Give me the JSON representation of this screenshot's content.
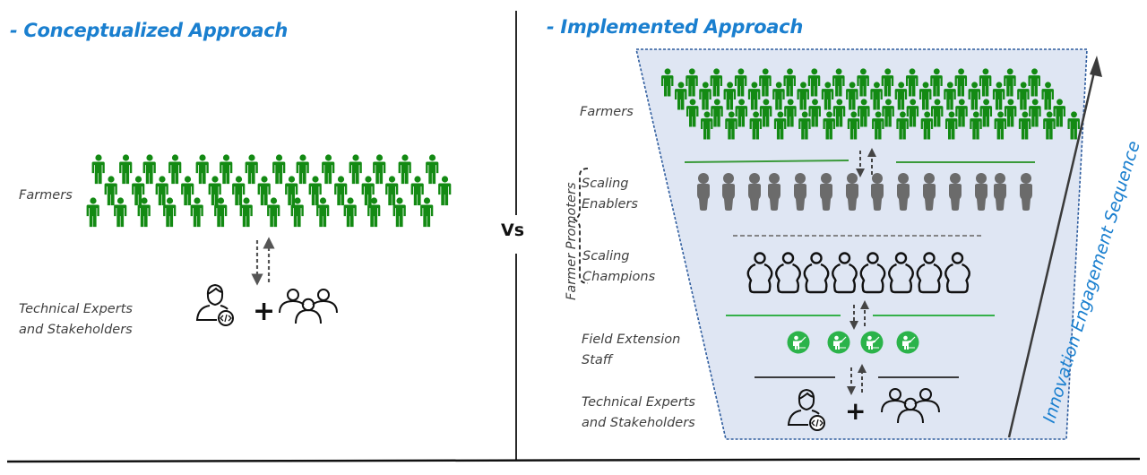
{
  "left_panel": {
    "title": "- Conceptualized Approach",
    "farmers_label": "Farmers",
    "farmers_crowd": {
      "rows": 3,
      "per_row": 14,
      "color": "#138a13"
    },
    "experts_label_line1": "Technical Experts",
    "experts_label_line2": "and Stakeholders",
    "plus": "+"
  },
  "divider": {
    "label": "Vs"
  },
  "right_panel": {
    "title": "- Implemented Approach",
    "funnel_fill": "#dfe6f3",
    "funnel_border": "#2e5c9e",
    "farmers_label": "Farmers",
    "farmers_crowd": {
      "rows": 4,
      "per_row": 16,
      "color": "#138a13"
    },
    "farmer_promoters_label": "Farmer Promoters",
    "scaling_enablers_line1": "Scaling",
    "scaling_enablers_line2": "Enablers",
    "scaling_enablers_count": 14,
    "scaling_enablers_color": "#6b6b6b",
    "scaling_champions_line1": "Scaling",
    "scaling_champions_line2": "Champions",
    "scaling_champions_count": 8,
    "field_staff_line1": "Field Extension",
    "field_staff_line2": "Staff",
    "field_staff_count": 4,
    "field_staff_color": "#2bb34a",
    "experts_label_line1": "Technical Experts",
    "experts_label_line2": "and Stakeholders",
    "plus": "+",
    "sequence_label": "Innovation Engagement Sequence",
    "accent_color": "#1a7fcf",
    "separator_green": "#3a9a3a"
  }
}
